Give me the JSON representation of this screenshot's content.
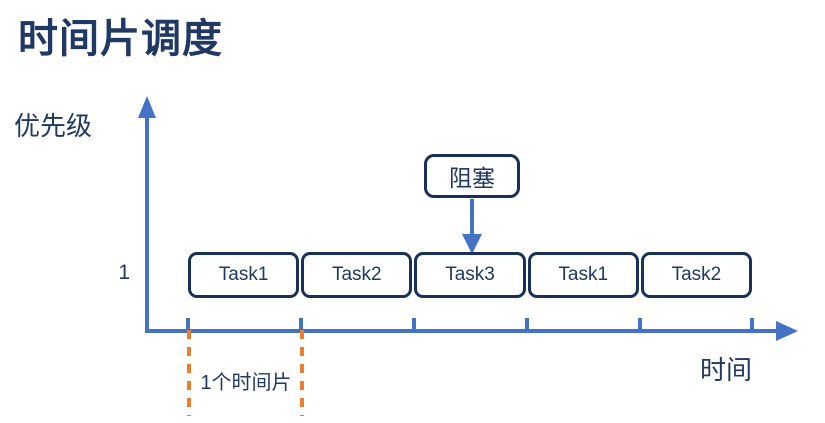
{
  "title": "时间片调度",
  "axes": {
    "y_label": "优先级",
    "x_label": "时间",
    "y_tick_label": "1",
    "axis_color": "#4472C4",
    "tick_count": 6
  },
  "tasks": [
    {
      "label": "Task1"
    },
    {
      "label": "Task2"
    },
    {
      "label": "Task3"
    },
    {
      "label": "Task1"
    },
    {
      "label": "Task2"
    }
  ],
  "callout": {
    "label": "阻塞",
    "points_to": "Task3",
    "arrow_color": "#4472C4"
  },
  "time_slice": {
    "label": "1个时间片",
    "marker_color": "#ED7D31",
    "style": "dashed"
  },
  "colors": {
    "title": "#1F3864",
    "box_border": "#17315C",
    "box_text": "#1F3864",
    "axis": "#4472C4",
    "accent_orange": "#ED7D31",
    "background": "#FFFFFF"
  }
}
